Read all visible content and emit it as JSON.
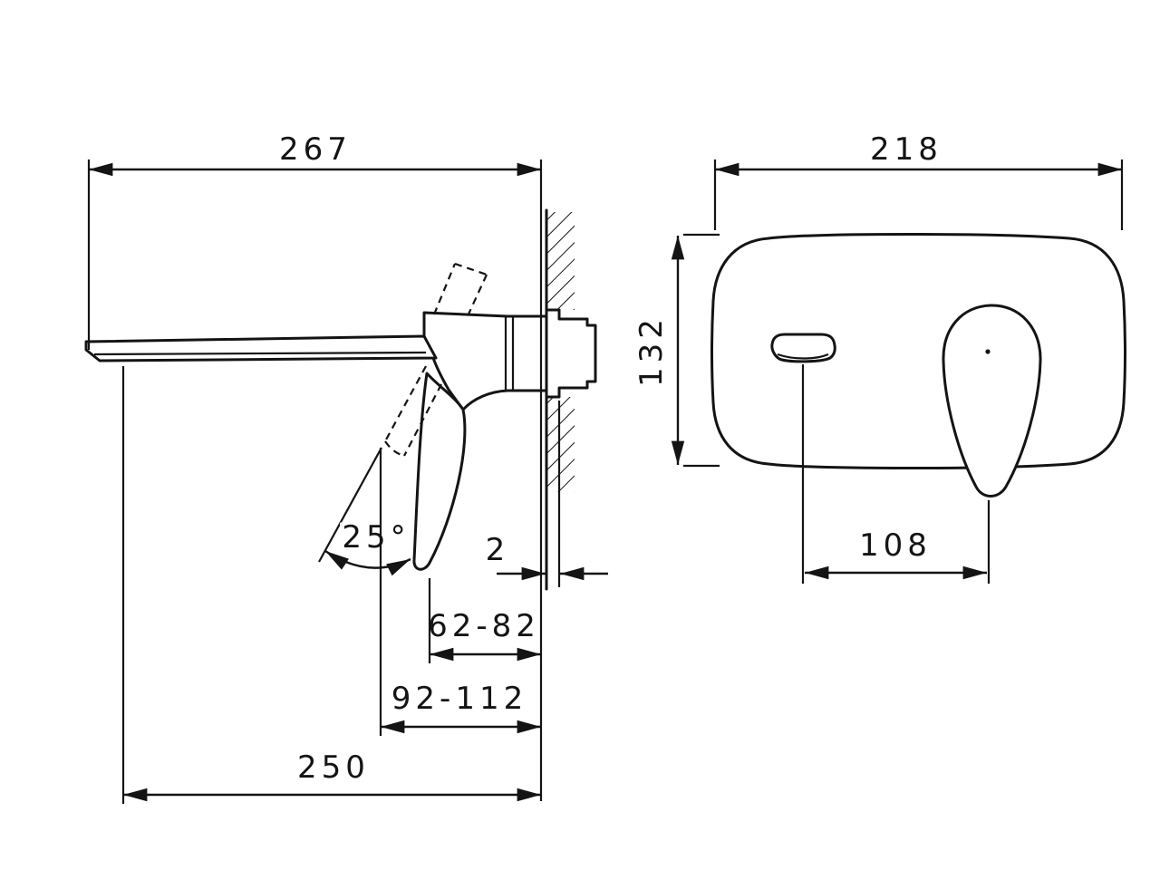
{
  "canvas": {
    "background": "#ffffff",
    "ink": "#141414"
  },
  "side_view": {
    "dimensions": {
      "spout_length": "267",
      "handle_swing_angle": "25°",
      "plate_thickness": "2",
      "concealed_depth_range_inner": "62-82",
      "concealed_depth_range_outer": "92-112",
      "projection": "250"
    }
  },
  "front_view": {
    "dimensions": {
      "plate_width": "218",
      "plate_height": "132",
      "spout_to_handle_distance": "108"
    }
  }
}
